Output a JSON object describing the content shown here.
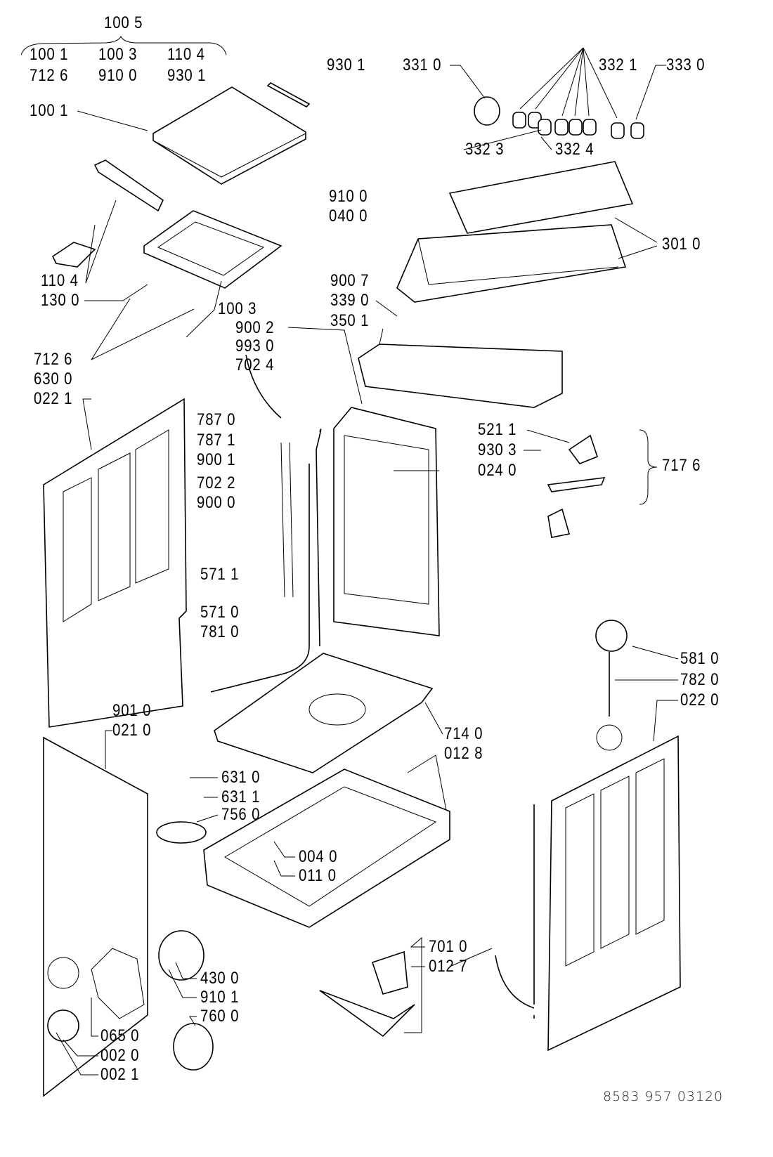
{
  "kit": {
    "title": "100 5",
    "row1": [
      "100 1",
      "100 3",
      "110 4"
    ],
    "row2": [
      "712 6",
      "910 0",
      "930 1"
    ]
  },
  "labels": {
    "l9301": "930 1",
    "l3310": "331 0",
    "l3321": "332 1",
    "l3330": "333 0",
    "l1001": "100 1",
    "l3323": "332 3",
    "l3324": "332 4",
    "l9100": "910 0",
    "l0400": "040 0",
    "l3010": "301 0",
    "l1104": "110 4",
    "l1300": "130 0",
    "l9007": "900 7",
    "l3390": "339 0",
    "l1003": "100 3",
    "l9002": "900 2",
    "l3501": "350 1",
    "l9930": "993 0",
    "l7126": "712 6",
    "l7024": "702 4",
    "l6300": "630 0",
    "l0221": "022 1",
    "l7870": "787 0",
    "l7871": "787 1",
    "l5211": "521 1",
    "l9303": "930 3",
    "l7176": "717 6",
    "l0240": "024 0",
    "l9001": "900 1",
    "l7022": "702 2",
    "l9000": "900 0",
    "l5711": "571 1",
    "l5710": "571 0",
    "l7810": "781 0",
    "l5810": "581 0",
    "l7820": "782 0",
    "l0220": "022 0",
    "l9010": "901 0",
    "l0210": "021 0",
    "l7140": "714 0",
    "l0128": "012 8",
    "l6310": "631 0",
    "l6311": "631 1",
    "l7560": "756 0",
    "l0040": "004 0",
    "l0110": "011 0",
    "l7010": "701 0",
    "l0127": "012 7",
    "l4300": "430 0",
    "l9101": "910 1",
    "l7600": "760 0",
    "l0650": "065 0",
    "l0020": "002 0",
    "l0021": "002 1"
  },
  "footer": "8583 957 03120"
}
